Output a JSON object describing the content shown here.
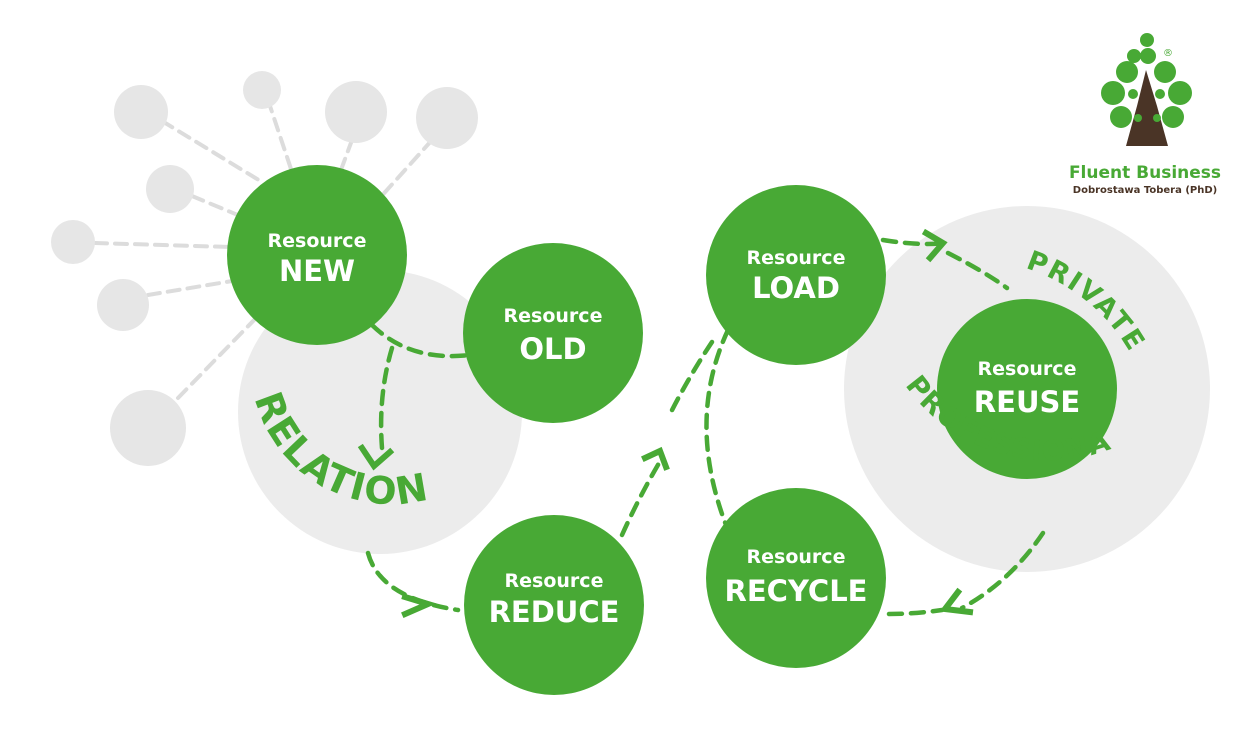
{
  "colors": {
    "green": "#48a935",
    "light_gray": "#ececec",
    "dot_gray": "#e6e6e6",
    "dash_gray": "#dcdcdc",
    "trunk_brown": "#4a3426"
  },
  "nodes": {
    "new": {
      "small": "Resource",
      "big": "NEW"
    },
    "old": {
      "small": "Resource",
      "big": "OLD"
    },
    "reduce": {
      "small": "Resource",
      "big": "REDUCE"
    },
    "load": {
      "small": "Resource",
      "big": "LOAD"
    },
    "recycle": {
      "small": "Resource",
      "big": "RECYCLE"
    },
    "reuse": {
      "small": "Resource",
      "big": "REUSE"
    }
  },
  "arc_labels": {
    "relation": "RELATION",
    "private": "PRIVATE",
    "professional": "PROFESSIONAL"
  },
  "logo": {
    "title": "Fluent Business",
    "subtitle": "Dobrostawa Tobera (PhD)",
    "registered": "®",
    "icon": "tree-icon"
  }
}
